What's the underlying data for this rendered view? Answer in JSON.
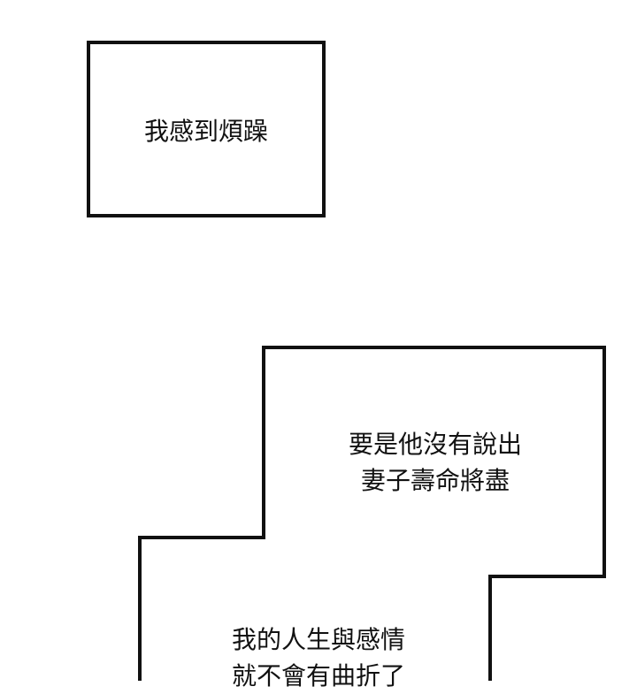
{
  "panel": {
    "background": "#ffffff",
    "border_color": "#111111",
    "captions": [
      {
        "id": "caption-1",
        "lines": [
          "我感到煩躁"
        ]
      },
      {
        "id": "caption-2",
        "lines": [
          "要是他沒有說出",
          "妻子壽命將盡"
        ]
      },
      {
        "id": "caption-3",
        "lines": [
          "我的人生與感情",
          "就不會有曲折了"
        ]
      }
    ]
  }
}
